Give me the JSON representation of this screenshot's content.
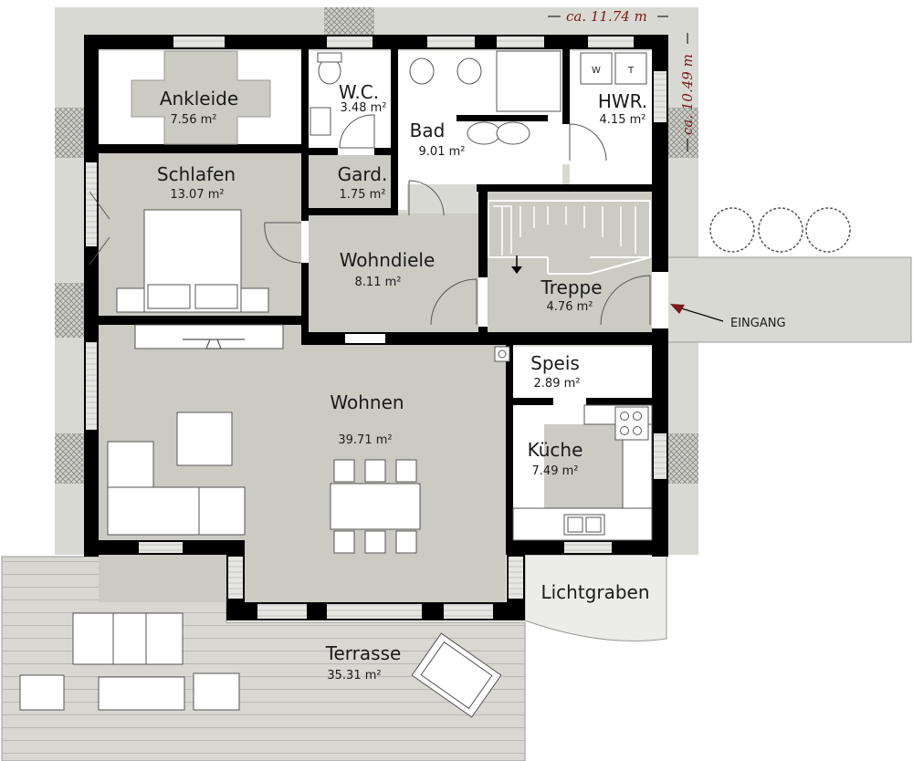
{
  "colors": {
    "ground": "#d9d9d4",
    "floor": "#cbcac3",
    "wall": "#000000",
    "wet_floor": "#ffffff",
    "accent": "#7a1a1a"
  },
  "dimensions": {
    "width": "ca. 11.74 m",
    "depth": "ca. 10.49 m"
  },
  "labels": {
    "entrance": "EINGANG"
  },
  "rooms": {
    "ankleide": {
      "name": "Ankleide",
      "area": "7.56 m²"
    },
    "wc": {
      "name": "W.C.",
      "area": "3.48 m²"
    },
    "bad": {
      "name": "Bad",
      "area": "9.01 m²"
    },
    "hwr": {
      "name": "HWR.",
      "area": "4.15 m²"
    },
    "schlafen": {
      "name": "Schlafen",
      "area": "13.07 m²"
    },
    "gard": {
      "name": "Gard.",
      "area": "1.75 m²"
    },
    "wohndiele": {
      "name": "Wohndiele",
      "area": "8.11 m²"
    },
    "treppe": {
      "name": "Treppe",
      "area": "4.76 m²"
    },
    "speis": {
      "name": "Speis",
      "area": "2.89 m²"
    },
    "wohnen": {
      "name": "Wohnen",
      "area": "39.71 m²"
    },
    "kueche": {
      "name": "Küche",
      "area": "7.49 m²"
    },
    "lichtgraben": {
      "name": "Lichtgraben",
      "area": ""
    },
    "terrasse": {
      "name": "Terrasse",
      "area": "35.31 m²"
    }
  },
  "appliances": {
    "washer": "W",
    "dryer": "T"
  }
}
